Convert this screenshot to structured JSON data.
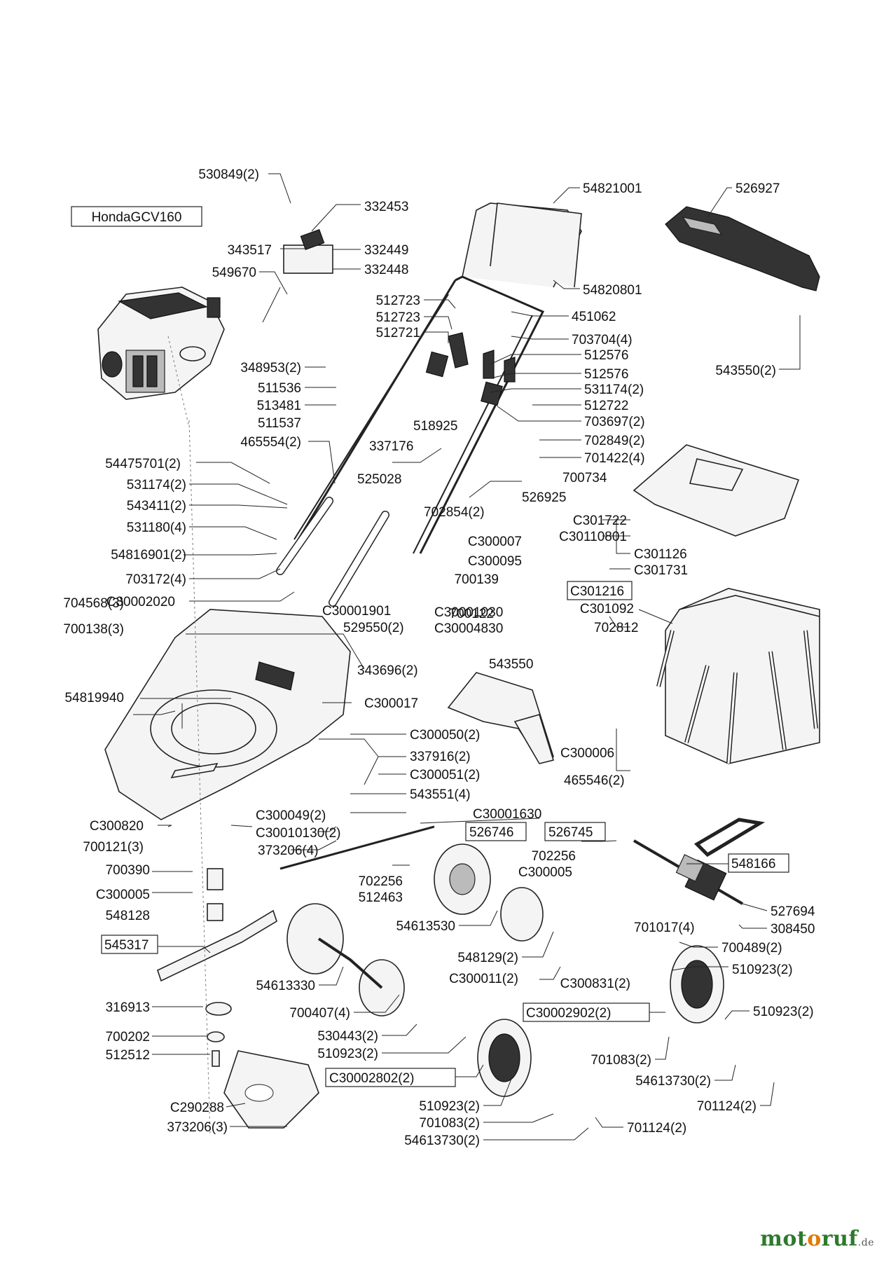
{
  "engine_label": "HondaGCV160",
  "watermark": {
    "brand_prefix": "mot",
    "brand_o": "o",
    "brand_suffix": "ruf",
    "domain": ".de"
  },
  "labels": [
    "530849(2)",
    "332453",
    "343517",
    "332449",
    "332448",
    "549670",
    "54821001",
    "54820801",
    "526927",
    "543550(2)",
    "512723",
    "512723",
    "512721",
    "451062",
    "703704(4)",
    "512576",
    "512576",
    "348953(2)",
    "511536",
    "513481",
    "511537",
    "531174(2)",
    "512722",
    "518925",
    "703697(2)",
    "465554(2)",
    "337176",
    "702849(2)",
    "701422(4)",
    "54475701(2)",
    "525028",
    "700734",
    "531174(2)",
    "526925",
    "543411(2)",
    "702854(2)",
    "531180(4)",
    "C301722",
    "C30110801",
    "C300007",
    "54816901(2)",
    "C300095",
    "C301126",
    "700139",
    "C301731",
    "703172(4)",
    "C301216",
    "C30002020",
    "C301092",
    "700122",
    "702812",
    "704568(3)",
    "C30001901",
    "C30001030",
    "C30004830",
    "700138(3)",
    "529550(2)",
    "543550",
    "343696(2)",
    "54819940",
    "C300017",
    "C300050(2)",
    "337916(2)",
    "C300006",
    "C300051(2)",
    "465546(2)",
    "543551(4)",
    "C30001630",
    "C300820",
    "C300049(2)",
    "C30010130(2)",
    "526746",
    "526745",
    "700121(3)",
    "373206(4)",
    "548166",
    "702256",
    "700390",
    "C300005",
    "702256",
    "512463",
    "C300005",
    "527694",
    "548128",
    "54613530",
    "308450",
    "701017(4)",
    "545317",
    "700489(2)",
    "548129(2)",
    "510923(2)",
    "54613330",
    "C300011(2)",
    "C300831(2)",
    "316913",
    "700407(4)",
    "C30002902(2)",
    "510923(2)",
    "700202",
    "530443(2)",
    "512512",
    "510923(2)",
    "701083(2)",
    "C30002802(2)",
    "54613730(2)",
    "C290288",
    "510923(2)",
    "701124(2)",
    "373206(3)",
    "701083(2)",
    "701124(2)",
    "54613730(2)"
  ]
}
